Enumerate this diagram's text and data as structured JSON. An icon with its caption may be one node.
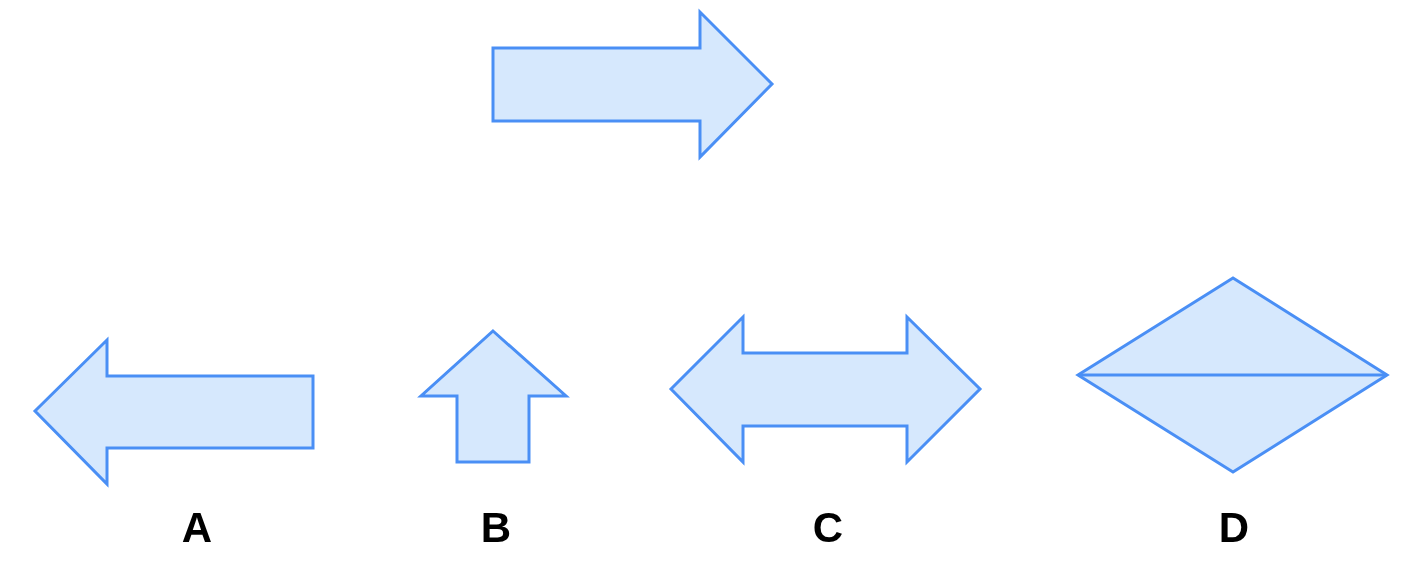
{
  "diagram": {
    "nodes": [
      {
        "text": [],
        "shape": "arrow"
      },
      {
        "text": [],
        "shape": "arrow",
        "beside": [
          "A"
        ]
      },
      {
        "text": [],
        "shape": "arrow",
        "beside": [
          "B"
        ]
      },
      {
        "text": [],
        "shape": "double-arrow",
        "beside": [
          "C"
        ]
      },
      {
        "text": [],
        "shape": "diamond",
        "beside": [
          "D"
        ]
      }
    ]
  }
}
